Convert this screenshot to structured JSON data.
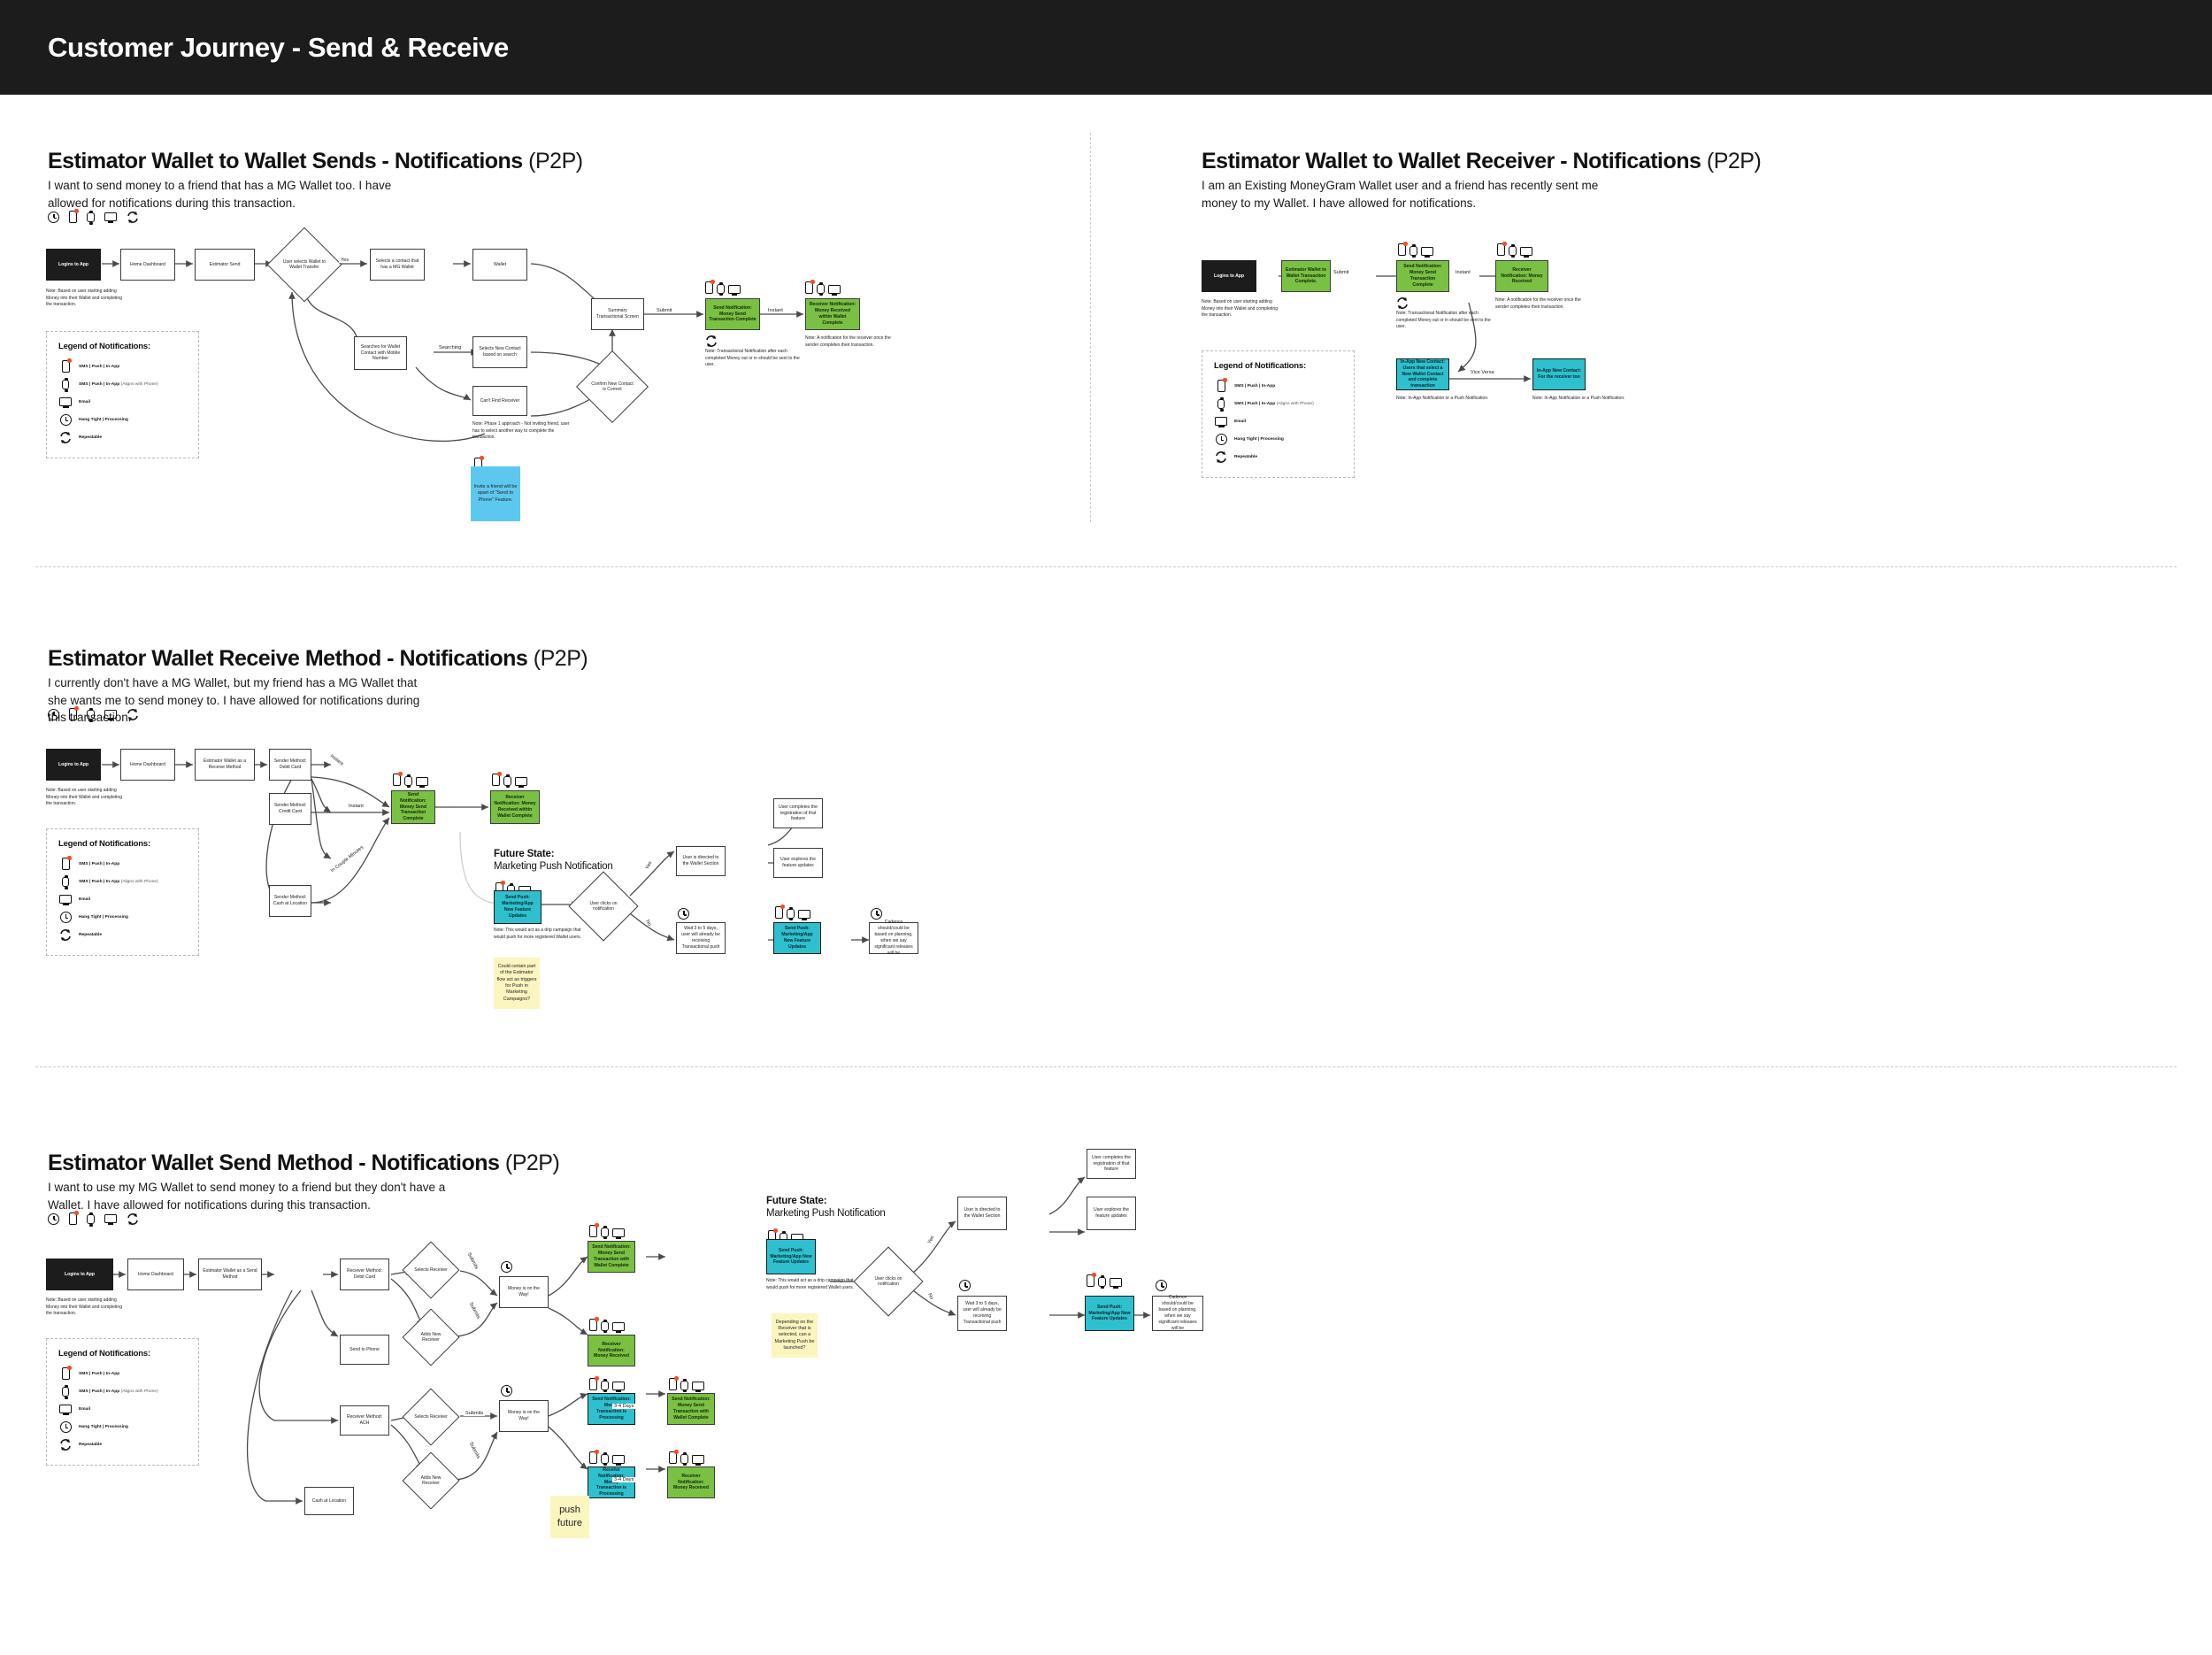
{
  "header": {
    "title": "Customer Journey - Send & Receive"
  },
  "legend": {
    "title": "Legend of Notifications:",
    "rows": [
      {
        "icon": "phone-icon",
        "label": "SMS | Push | In-App",
        "dim": ""
      },
      {
        "icon": "watch-icon",
        "label": "SMS | Push | In-App ",
        "dim": "(Aligns with Phone)"
      },
      {
        "icon": "email-icon",
        "label": "Email",
        "dim": ""
      },
      {
        "icon": "clock-icon",
        "label": "Hang Tight | Processing",
        "dim": ""
      },
      {
        "icon": "repeat-icon",
        "label": "Repeatable",
        "dim": ""
      }
    ]
  },
  "common": {
    "start_note": "Note: Based on user starting adding Money into their Wallet and completing the transaction.",
    "logins_to_app": "Logins to App",
    "home_dashboard": "Home Dashboard",
    "future_state_title": "Future State:",
    "future_state_sub": "Marketing Push Notification"
  },
  "sections": [
    {
      "id": "wallet-to-wallet-sends",
      "title": "Estimator Wallet to Wallet Sends - Notifications",
      "title_suffix": "(P2P)",
      "subtitle": "I want to send money to a friend that has a MG Wallet too. I have allowed for notifications during this transaction.",
      "nodes": [
        {
          "name": "logins-to-app",
          "text": "Logins to App"
        },
        {
          "name": "home-dashboard",
          "text": "Home Dashboard"
        },
        {
          "name": "estimator-send",
          "text": "Estimator Send"
        },
        {
          "name": "user-selects-wallet-to-wallet-transfer",
          "text": "User selects Wallet to Wallet Transfer"
        },
        {
          "name": "selects-contact-mg-wallet",
          "text": "Selects a contact that has a MG Wallet"
        },
        {
          "name": "wallet",
          "text": "Wallet"
        },
        {
          "name": "searches-wallet-contact-mobile",
          "text": "Searches for Wallet Contact with Mobile Number"
        },
        {
          "name": "selects-new-contact",
          "text": "Selects New Contact based on search"
        },
        {
          "name": "cant-find-receiver",
          "text": "Can't Find Receiver"
        },
        {
          "name": "confirm-new-contact-correct",
          "text": "Confirm New Contact is Correct"
        },
        {
          "name": "summary-transactional-screen",
          "text": "Summary Transactional Screen"
        },
        {
          "name": "send-notification-money-send-complete",
          "text": "Send Notification: Money Send Transaction Complete"
        },
        {
          "name": "receiver-notification-money-received-wallet",
          "text": "Receiver Notification: Money Received within Wallet Complete"
        }
      ],
      "edge_labels": [
        "Yes",
        "Searching",
        "Submit",
        "Submit",
        "Instant"
      ],
      "notes": [
        "Note: Phase 1 approach - Not inviting friend, user has to select another way to complete the transaction.",
        "Note: Transactional Notification after each completed Money out or in should be sent to the user.",
        "Note: A notification for the receiver once the sender completes their transaction."
      ],
      "sticky": "Invite a friend will be apart of \"Send to Phone\" Feature."
    },
    {
      "id": "wallet-to-wallet-receiver",
      "title": "Estimator Wallet to Wallet Receiver - Notifications",
      "title_suffix": "(P2P)",
      "subtitle": "I am an Existing MoneyGram Wallet user and a friend has recently sent me money to my Wallet. I have allowed for notifications.",
      "nodes": [
        {
          "name": "logins-to-app",
          "text": "Logins to App"
        },
        {
          "name": "estimator-wallet-transaction-complete",
          "text": "Estimator Wallet to Wallet Transaction Complete."
        },
        {
          "name": "send-notification-money-send-complete",
          "text": "Send Notification: Money Send Transaction Complete"
        },
        {
          "name": "receiver-notification-money-received",
          "text": "Receiver Notification: Money Received"
        },
        {
          "name": "in-app-new-contact-sender",
          "text": "In-App New Contact: Users that select a New Wallet Contact and complete transaction"
        },
        {
          "name": "in-app-new-contact-receiver",
          "text": "In-App New Contact: For the receiver too"
        }
      ],
      "edge_labels": [
        "Submit",
        "Instant",
        "Vice Versa"
      ],
      "notes": [
        "Note: Transactional Notification after each completed Money out or in should be sent to the user.",
        "Note: A notification for the receiver once the sender completes their transaction.",
        "Note: In-App Notification or a Push Notification.",
        "Note: In-App Notification or a Push Notification."
      ]
    },
    {
      "id": "wallet-receive-method",
      "title": "Estimator Wallet Receive Method - Notifications",
      "title_suffix": "(P2P)",
      "subtitle": "I currently don't have a MG Wallet, but my friend has a MG Wallet that she wants me to send money to. I have allowed for notifications during this transaction.",
      "nodes": [
        {
          "name": "logins-to-app",
          "text": "Logins to App"
        },
        {
          "name": "home-dashboard",
          "text": "Home Dashboard"
        },
        {
          "name": "estimator-wallet-receive-method",
          "text": "Estimator Wallet as a Receive Method"
        },
        {
          "name": "sender-method-debit-card",
          "text": "Sender Method: Debit Card"
        },
        {
          "name": "sender-method-credit-card",
          "text": "Sender Method: Credit Card"
        },
        {
          "name": "sender-method-cash-at-location",
          "text": "Sender Method: Cash at Location"
        },
        {
          "name": "send-notification-money-send-complete",
          "text": "Send Notification: Money Send Transaction Complete"
        },
        {
          "name": "receiver-notification-money-received-wallet",
          "text": "Receiver Notification: Money Received within Wallet Complete"
        },
        {
          "name": "send-push-marketing-app",
          "text": "Send Push: Marketing/App New Feature Updates"
        },
        {
          "name": "user-clicks-on-notification",
          "text": "User clicks on notification"
        },
        {
          "name": "user-directed-wallet-section",
          "text": "User is directed to the Wallet Section"
        },
        {
          "name": "user-completes-registration",
          "text": "User completes the registration of that feature"
        },
        {
          "name": "user-explores-feature-updates",
          "text": "User explores the feature updates"
        },
        {
          "name": "wait-3-to-5-days",
          "text": "Wait 3 to 5 days, user will already be receiving Transactional push"
        },
        {
          "name": "send-push-marketing-app-2",
          "text": "Send Push: Marketing/App New Feature Updates"
        },
        {
          "name": "cadence-based-on-planning",
          "text": "Cadence should/could be based on planning, when we say significant releases will be"
        }
      ],
      "edge_labels": [
        "Instant",
        "Instant",
        "In Couple Minutes",
        "Instant",
        "Yes",
        "No"
      ],
      "notes": [
        "Note: This would act as a drip campaign that would push for more registered Wallet users."
      ],
      "sticky": "Could certain part of the Estimator flow act as triggers for Push in Marketing Campaigns?"
    },
    {
      "id": "wallet-send-method",
      "title": "Estimator Wallet Send Method - Notifications",
      "title_suffix": "(P2P)",
      "subtitle": "I want to use my MG Wallet to send money to a friend but they don't have a Wallet. I have allowed for notifications during this transaction.",
      "nodes": [
        {
          "name": "logins-to-app",
          "text": "Logins to App"
        },
        {
          "name": "home-dashboard",
          "text": "Home Dashboard"
        },
        {
          "name": "estimator-wallet-send-method",
          "text": "Estimator Wallet as a Send Method"
        },
        {
          "name": "receiver-method-debit-card",
          "text": "Receiver Method: Debit Card"
        },
        {
          "name": "send-to-phone",
          "text": "Send to Phone"
        },
        {
          "name": "receiver-method-ach",
          "text": "Receiver Method: ACH"
        },
        {
          "name": "cash-at-location",
          "text": "Cash at Location"
        },
        {
          "name": "selects-receiver-1",
          "text": "Selects Receiver"
        },
        {
          "name": "adds-new-receiver-1",
          "text": "Adds New Receiver"
        },
        {
          "name": "selects-receiver-2",
          "text": "Selects Receiver"
        },
        {
          "name": "adds-new-receiver-2",
          "text": "Adds New Receiver"
        },
        {
          "name": "money-is-on-the-way-1",
          "text": "Money is on the Way!"
        },
        {
          "name": "money-is-on-the-way-2",
          "text": "Money is on the Way!"
        },
        {
          "name": "send-notification-money-send-wallet-complete",
          "text": "Send Notification: Money Send Transaction with Wallet Complete"
        },
        {
          "name": "receiver-notification-money-received",
          "text": "Receiver Notification: Money Received"
        },
        {
          "name": "send-notification-processing",
          "text": "Send Notification: Money Transaction is Processing"
        },
        {
          "name": "receive-notification-processing",
          "text": "Receive Notification: Money Transaction is Processing"
        },
        {
          "name": "send-notification-money-send-wallet-complete-2",
          "text": "Send Notification: Money Send Transaction with Wallet Complete"
        },
        {
          "name": "receiver-notification-money-received-2",
          "text": "Receiver Notification: Money Received"
        },
        {
          "name": "send-push-marketing-app",
          "text": "Send Push: Marketing/App New Feature Updates"
        },
        {
          "name": "user-clicks-on-notification",
          "text": "User clicks on notification"
        },
        {
          "name": "user-directed-wallet-section",
          "text": "User is directed to the Wallet Section"
        },
        {
          "name": "user-completes-registration",
          "text": "User completes the registration of that feature"
        },
        {
          "name": "user-explores-feature-updates",
          "text": "User explores the feature updates"
        },
        {
          "name": "wait-3-to-5-days",
          "text": "Wait 3 to 5 days, user will already be receiving Transactional push"
        },
        {
          "name": "send-push-marketing-app-2",
          "text": "Send Push: Marketing/App New Feature Updates"
        },
        {
          "name": "cadence-based-on-planning",
          "text": "Cadence should/could be based on planning, when we say significant releases will be"
        }
      ],
      "edge_labels": [
        "Submits",
        "Submits",
        "Submits",
        "Submits",
        "3-4 Days",
        "3-4 Days",
        "Yes",
        "No"
      ],
      "notes": [
        "Note: This would act as a drip campaign that would push for more registered Wallet users."
      ],
      "sticky_push_future": "push future",
      "sticky": "Depending on the Receiver that is selected, can a Marketing Push be launched?"
    }
  ]
}
